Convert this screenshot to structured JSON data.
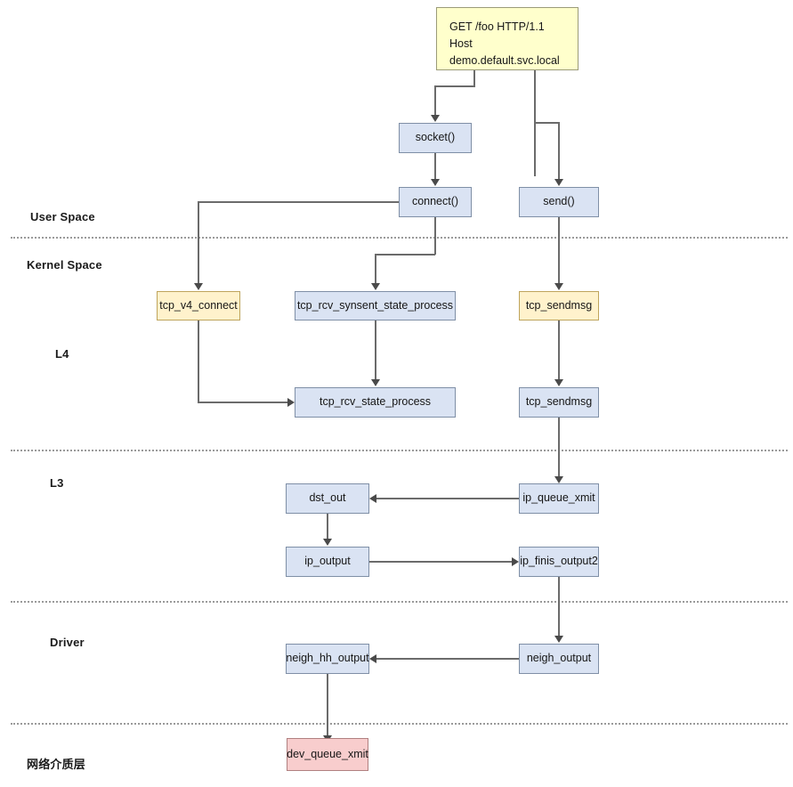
{
  "diagram": {
    "title": "Linux network stack packet transmit path",
    "colors": {
      "blue_fill": "#dae3f3",
      "yellow_fill": "#fff2cc",
      "pink_fill": "#f8cdcd",
      "note_fill": "#ffffcc",
      "line": "#6b6b6b",
      "divider": "#9a9a9a"
    }
  },
  "layer_labels": [
    {
      "id": "user-space",
      "text": "User Space"
    },
    {
      "id": "kernel-space",
      "text": "Kernel Space"
    },
    {
      "id": "l4",
      "text": "L4"
    },
    {
      "id": "l3",
      "text": "L3"
    },
    {
      "id": "driver",
      "text": "Driver"
    },
    {
      "id": "media",
      "text": "网络介质层"
    }
  ],
  "nodes": {
    "http_request": "GET /foo HTTP/1.1\nHost demo.default.svc.local",
    "socket": "socket()",
    "connect": "connect()",
    "send": "send()",
    "tcp_v4_connect": "tcp_v4_connect",
    "tcp_rcv_synsent_state_process": "tcp_rcv_synsent_state_process",
    "tcp_sendmsg_1": "tcp_sendmsg",
    "tcp_rcv_state_process": "tcp_rcv_state_process",
    "tcp_sendmsg_2": "tcp_sendmsg",
    "dst_out": "dst_out",
    "ip_queue_xmit": "ip_queue_xmit",
    "ip_output": "ip_output",
    "ip_finis_output2": "ip_finis_output2",
    "neigh_hh_output": "neigh_hh_output",
    "neigh_output": "neigh_output",
    "dev_queue_xmit": "dev_queue_xmit"
  }
}
